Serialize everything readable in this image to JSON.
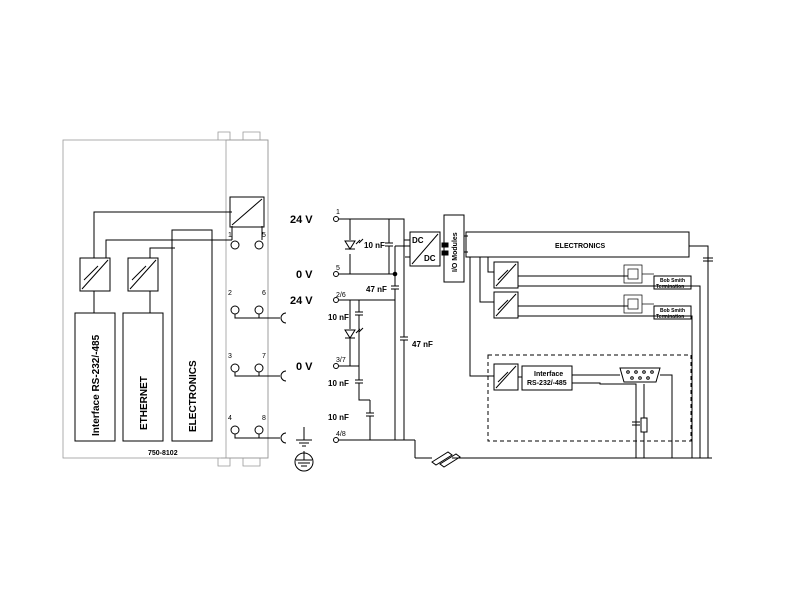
{
  "left_module": {
    "part_number": "750-8102",
    "blocks": {
      "interface": "Interface RS-232/-485",
      "ethernet": "ETHERNET",
      "electronics": "ELECTRONICS"
    },
    "terminal_numbers": [
      "1",
      "5",
      "2",
      "6",
      "3",
      "7",
      "4",
      "8"
    ]
  },
  "power_labels": {
    "supply_24v_1": "24 V",
    "supply_0v_1": "0 V",
    "supply_24v_2": "24 V",
    "supply_0v_2": "0 V"
  },
  "pin_labels": {
    "p1": "1",
    "p5": "5",
    "p26": "2/6",
    "p37": "3/7",
    "p48": "4/8"
  },
  "capacitors": {
    "c1": "10 nF",
    "c2": "47 nF",
    "c3": "10 nF",
    "c4": "47 nF",
    "c5": "10 nF",
    "c6": "10 nF"
  },
  "converter": {
    "dc_top": "DC",
    "dc_bottom": "DC",
    "io_modules": "I/O Modules"
  },
  "right_side": {
    "electronics": "ELECTRONICS",
    "bob_smith_1_line1": "Bob Smith",
    "bob_smith_1_line2": "Termination",
    "bob_smith_2_line1": "Bob Smith",
    "bob_smith_2_line2": "Termination",
    "interface_line1": "Interface",
    "interface_line2": "RS-232/-485"
  }
}
